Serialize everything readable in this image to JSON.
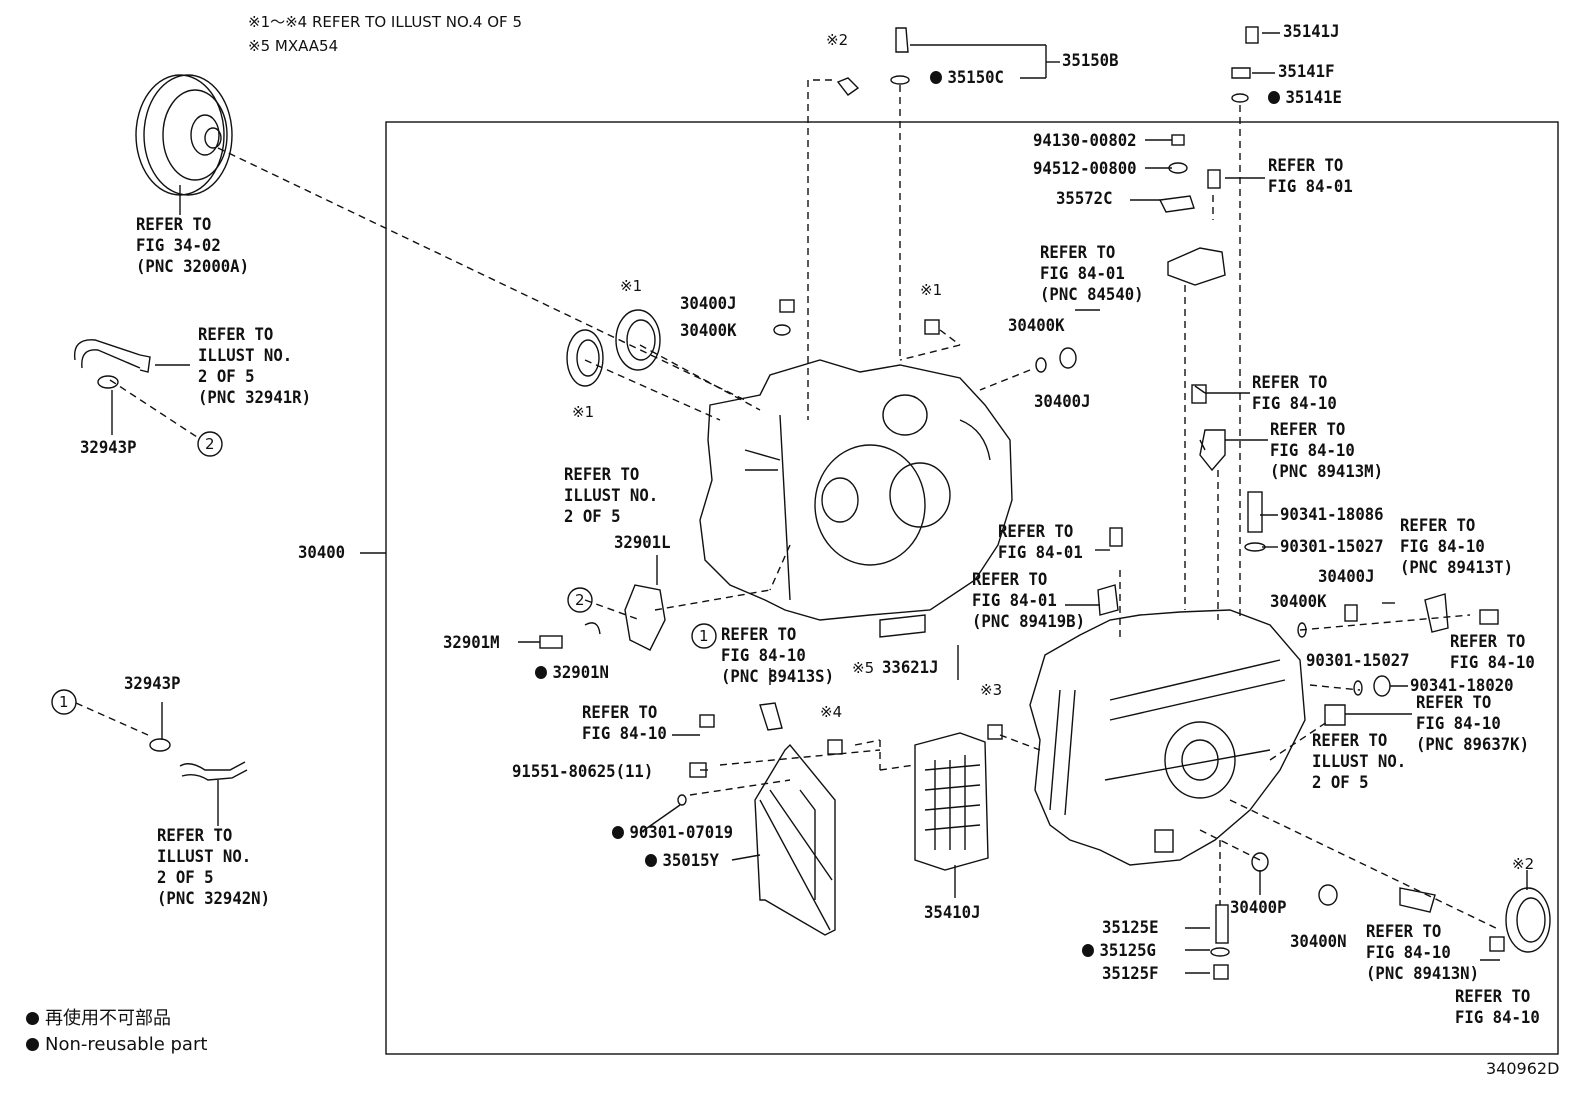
{
  "header_notes": [
    "※1～※4 REFER TO ILLUST NO.4 OF 5",
    "※5 MXAA54"
  ],
  "legend": {
    "jp": "再使用不可部品",
    "en": "Non-reusable part"
  },
  "figure_id": "340962D",
  "labels": {
    "assembly": "30400",
    "converter_ref": "REFER TO\nFIG 34-02\n(PNC 32000A)",
    "hose_top_ref": "REFER TO\nILLUST NO.\n2 OF 5\n(PNC 32941R)",
    "hose_bottom_ref": "REFER TO\nILLUST NO.\n2 OF 5\n(PNC 32942N)",
    "p32943p_a": "32943P",
    "p32943p_b": "32943P",
    "case_front_ref": "REFER TO\nILLUST NO.\n2 OF 5",
    "p32901l": "32901L",
    "p32901m": "32901M",
    "p32901n": "32901N",
    "ref_89413s": "REFER TO\nFIG 84-10\n(PNC 89413S)",
    "ref_84_10_a": "REFER TO\nFIG 84-10",
    "p91551": "91551-80625(11)",
    "p90301_07019": "90301-07019",
    "p35015y": "35015Y",
    "p35410j": "35410J",
    "p33621j": "33621J",
    "note5": "※5",
    "p30400j_a": "30400J",
    "p30400k_a": "30400K",
    "p30400k_b": "30400K",
    "p30400j_b": "30400J",
    "p35150b": "35150B",
    "p35150c": "35150C",
    "p35141j": "35141J",
    "p35141f": "35141F",
    "p35141e": "35141E",
    "p94130": "94130-00802",
    "p94512": "94512-00800",
    "p35572c": "35572C",
    "ref_84_01_a": "REFER TO\nFIG 84-01",
    "ref_84540": "REFER TO\nFIG 84-01\n(PNC 84540)",
    "ref_84_10_b": "REFER TO\nFIG 84-10",
    "ref_89413m": "REFER TO\nFIG 84-10\n(PNC 89413M)",
    "p90341_18086": "90341-18086",
    "p90301_15027_a": "90301-15027",
    "ref_89413t": "REFER TO\nFIG 84-10\n(PNC 89413T)",
    "ref_84_01_b": "REFER TO\nFIG 84-01",
    "ref_89419b": "REFER TO\nFIG 84-01\n(PNC 89419B)",
    "p30400j_c": "30400J",
    "p30400k_c": "30400K",
    "p90301_15027_b": "90301-15027",
    "p90341_18020": "90341-18020",
    "ref_84_10_c": "REFER TO\nFIG 84-10",
    "ref_89637k": "REFER TO\nFIG 84-10\n(PNC 89637K)",
    "case_rear_ref": "REFER TO\nILLUST NO.\n2 OF 5",
    "p35125e": "35125E",
    "p35125g": "35125G",
    "p35125f": "35125F",
    "p30400p": "30400P",
    "p30400n": "30400N",
    "ref_89413n": "REFER TO\nFIG 84-10\n(PNC 89413N)",
    "ref_84_10_d": "REFER TO\nFIG 84-10",
    "mark1_a": "※1",
    "mark1_b": "※1",
    "mark1_c": "※1",
    "mark2_a": "※2",
    "mark2_b": "※2",
    "mark3": "※3",
    "mark4": "※4",
    "circ1_a": "1",
    "circ1_b": "1",
    "circ2_a": "2",
    "circ2_b": "2"
  }
}
